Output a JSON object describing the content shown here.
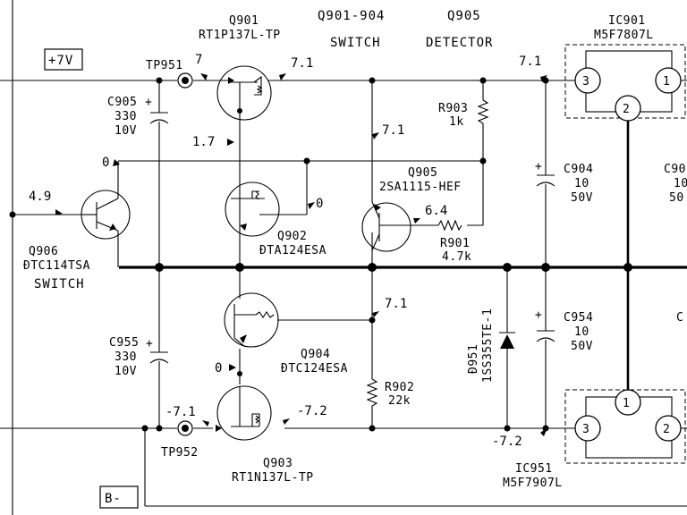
{
  "rails": {
    "pos": "+7V",
    "neg": "B-"
  },
  "groups": {
    "switch_range": "Q901-904",
    "switch_fn": "SWITCH",
    "det_part": "Q905",
    "det_fn": "DETECTOR"
  },
  "transistors": {
    "q901": {
      "ref": "Q901",
      "part": "RT1P137L-TP"
    },
    "q902": {
      "ref": "Q902",
      "part": "ĐTA124ESA"
    },
    "q903": {
      "ref": "Q903",
      "part": "RT1N137L-TP"
    },
    "q904": {
      "ref": "Q904",
      "part": "ĐTC124ESA"
    },
    "q905": {
      "ref": "Q905",
      "part": "2SA1115-HEF"
    },
    "q906": {
      "ref": "Q906",
      "part": "ĐTC114TSA",
      "fn": "SWITCH"
    }
  },
  "capacitors": {
    "c905": {
      "ref": "C905",
      "val": "330",
      "volt": "10V"
    },
    "c955": {
      "ref": "C955",
      "val": "330",
      "volt": "10V"
    },
    "c904": {
      "ref": "C904",
      "val": "10",
      "volt": "50V"
    },
    "c954": {
      "ref": "C954",
      "val": "10",
      "volt": "50V"
    },
    "c90x": {
      "ref": "C90",
      "val": "10",
      "volt": "50"
    },
    "c95x": {
      "ref": "C"
    }
  },
  "resistors": {
    "r903": {
      "ref": "R903",
      "val": "1k"
    },
    "r901": {
      "ref": "R901",
      "val": "4.7k"
    },
    "r902": {
      "ref": "R902",
      "val": "22k"
    }
  },
  "diode": {
    "ref": "Đ951",
    "part": "1SS355TE-1"
  },
  "ics": {
    "ic901": {
      "ref": "IC901",
      "part": "M5F7807L",
      "pins": [
        "3",
        "1",
        "2"
      ]
    },
    "ic951": {
      "ref": "IC951",
      "part": "M5F7907L",
      "pins": [
        "1",
        "3",
        "2"
      ]
    }
  },
  "testpoints": {
    "tp951": "TP951",
    "tp952": "TP952"
  },
  "voltages": {
    "tp951": "7",
    "q901_c": "7.1",
    "ic901_in": "7.1",
    "q901_b": "1.7",
    "q905_e": "7.1",
    "q906_c": "0",
    "q906_b": "4.9",
    "q902_b": "0",
    "q905_b": "6.4",
    "q904_b": "7.1",
    "q903_b": "0",
    "tp952": "-7.1",
    "q903_c": "-7.2",
    "ic951_in": "-7.2"
  }
}
